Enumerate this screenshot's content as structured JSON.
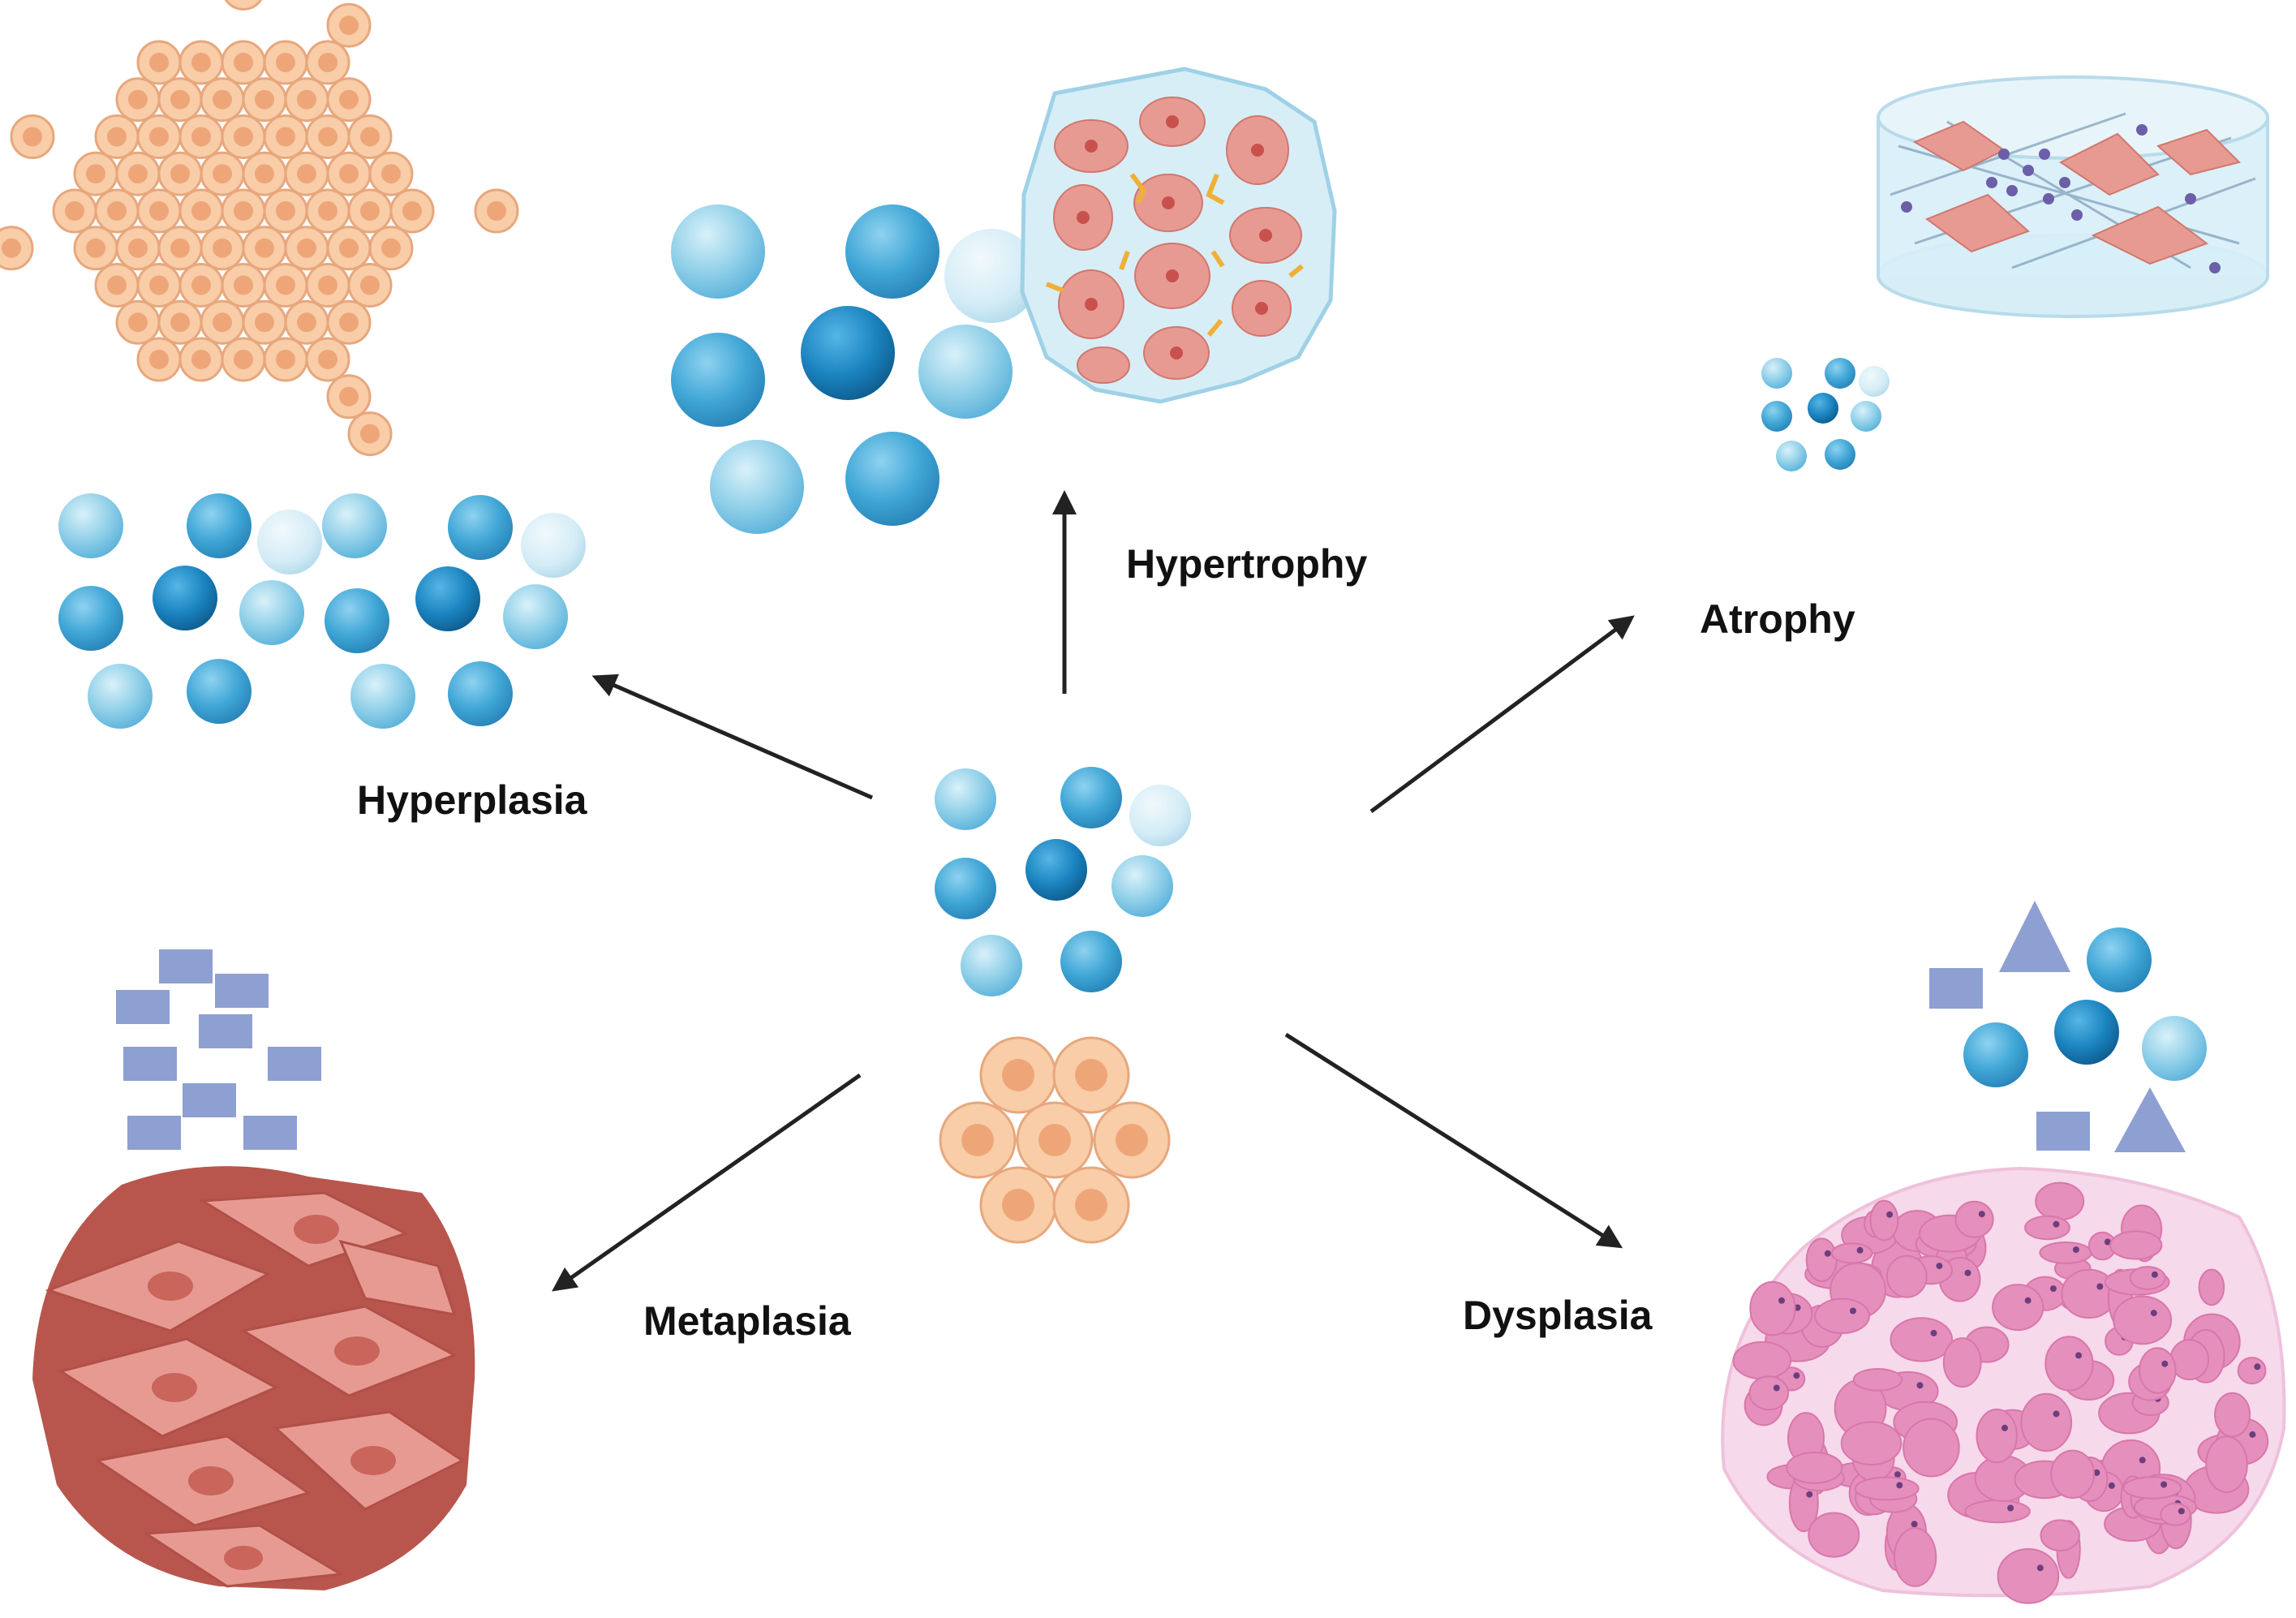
{
  "labels": {
    "hypertrophy": "Hypertrophy",
    "hyperplasia": "Hyperplasia",
    "atrophy": "Atrophy",
    "metaplasia": "Metaplasia",
    "dysplasia": "Dysplasia"
  },
  "colors": {
    "arrow": "#222222",
    "blue_light": "#8fcfe8",
    "blue_mid": "#3fa6d6",
    "blue_dark": "#1b84c0",
    "blue_pale": "#d3ecf6",
    "peach": "#f6c6a0",
    "peach_nucleus": "#eea679",
    "salmon": "#c9655b",
    "lavender": "#8e9fd2",
    "pink": "#e58fbd",
    "pink_bg": "#f6d9ea",
    "gel": "#d7eef7",
    "muscle": "#e79a91"
  }
}
